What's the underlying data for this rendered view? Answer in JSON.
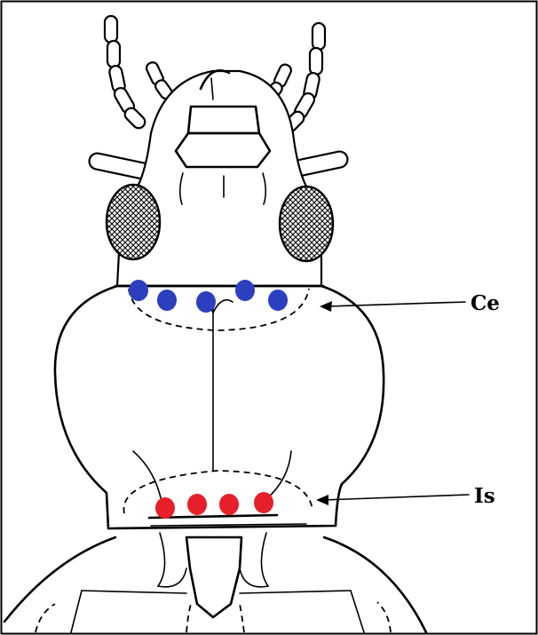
{
  "labels": {
    "ce": "Ce",
    "is": "Is"
  },
  "colors": {
    "ce_setae": "#2b3fbf",
    "is_setae": "#e5202a",
    "eye_fill": "#cfcfcf"
  },
  "setae": {
    "ce_count": 5,
    "is_count": 4
  }
}
